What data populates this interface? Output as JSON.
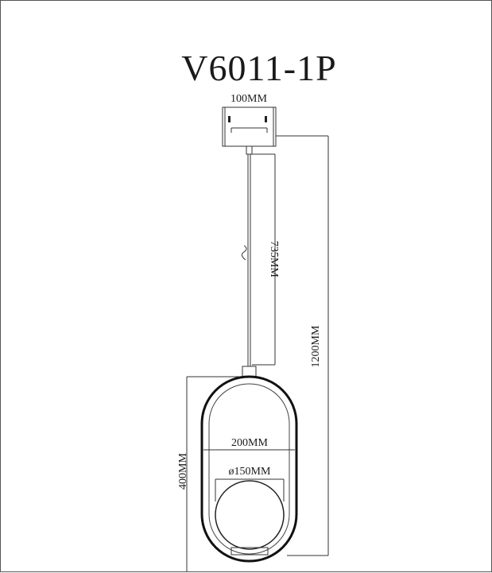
{
  "drawing": {
    "model": "V6011-1P",
    "dimensions": {
      "canopy_width": "100MM",
      "cord_length": "735MM",
      "total_height": "1200MM",
      "frame_width": "200MM",
      "globe_diameter": "ø150MM",
      "frame_height": "400MM"
    }
  }
}
